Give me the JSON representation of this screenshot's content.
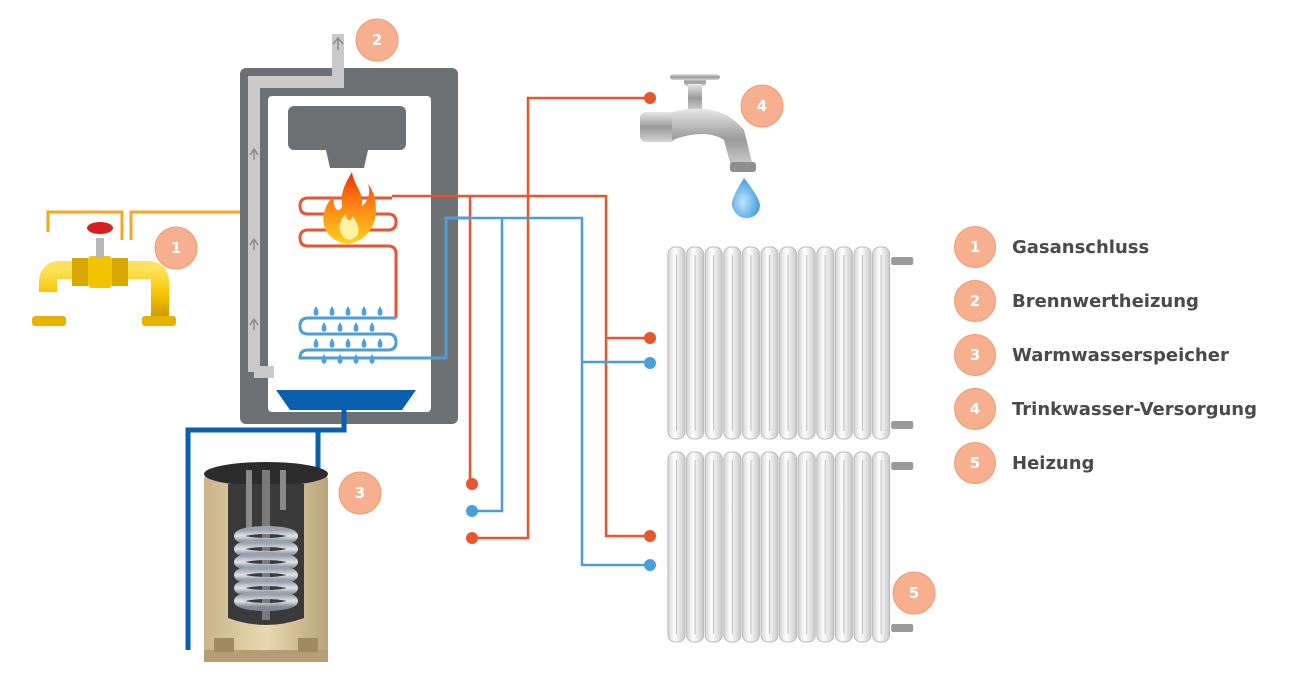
{
  "legend": [
    {
      "number": "1",
      "label": "Gasanschluss"
    },
    {
      "number": "2",
      "label": "Brennwertheizung"
    },
    {
      "number": "3",
      "label": "Warmwasserspeicher"
    },
    {
      "number": "4",
      "label": "Trinkwasser-Versorgung"
    },
    {
      "number": "5",
      "label": "Heizung"
    }
  ],
  "markers": {
    "gas": "1",
    "boiler": "2",
    "storage": "3",
    "tap": "4",
    "heating": "5"
  },
  "colors": {
    "badge": "#f6b08f",
    "hot_pipe": "#e8552f",
    "cold_pipe": "#4a9fd8",
    "gas_pipe": "#f5a623",
    "storage_pipe": "#0a5fae",
    "boiler_case": "#6d7173",
    "exhaust": "#c9c9c9"
  },
  "icons": [
    "gas-valve-icon",
    "flame-icon",
    "water-drop-icon",
    "tap-icon",
    "radiator-icon",
    "storage-tank-icon"
  ]
}
